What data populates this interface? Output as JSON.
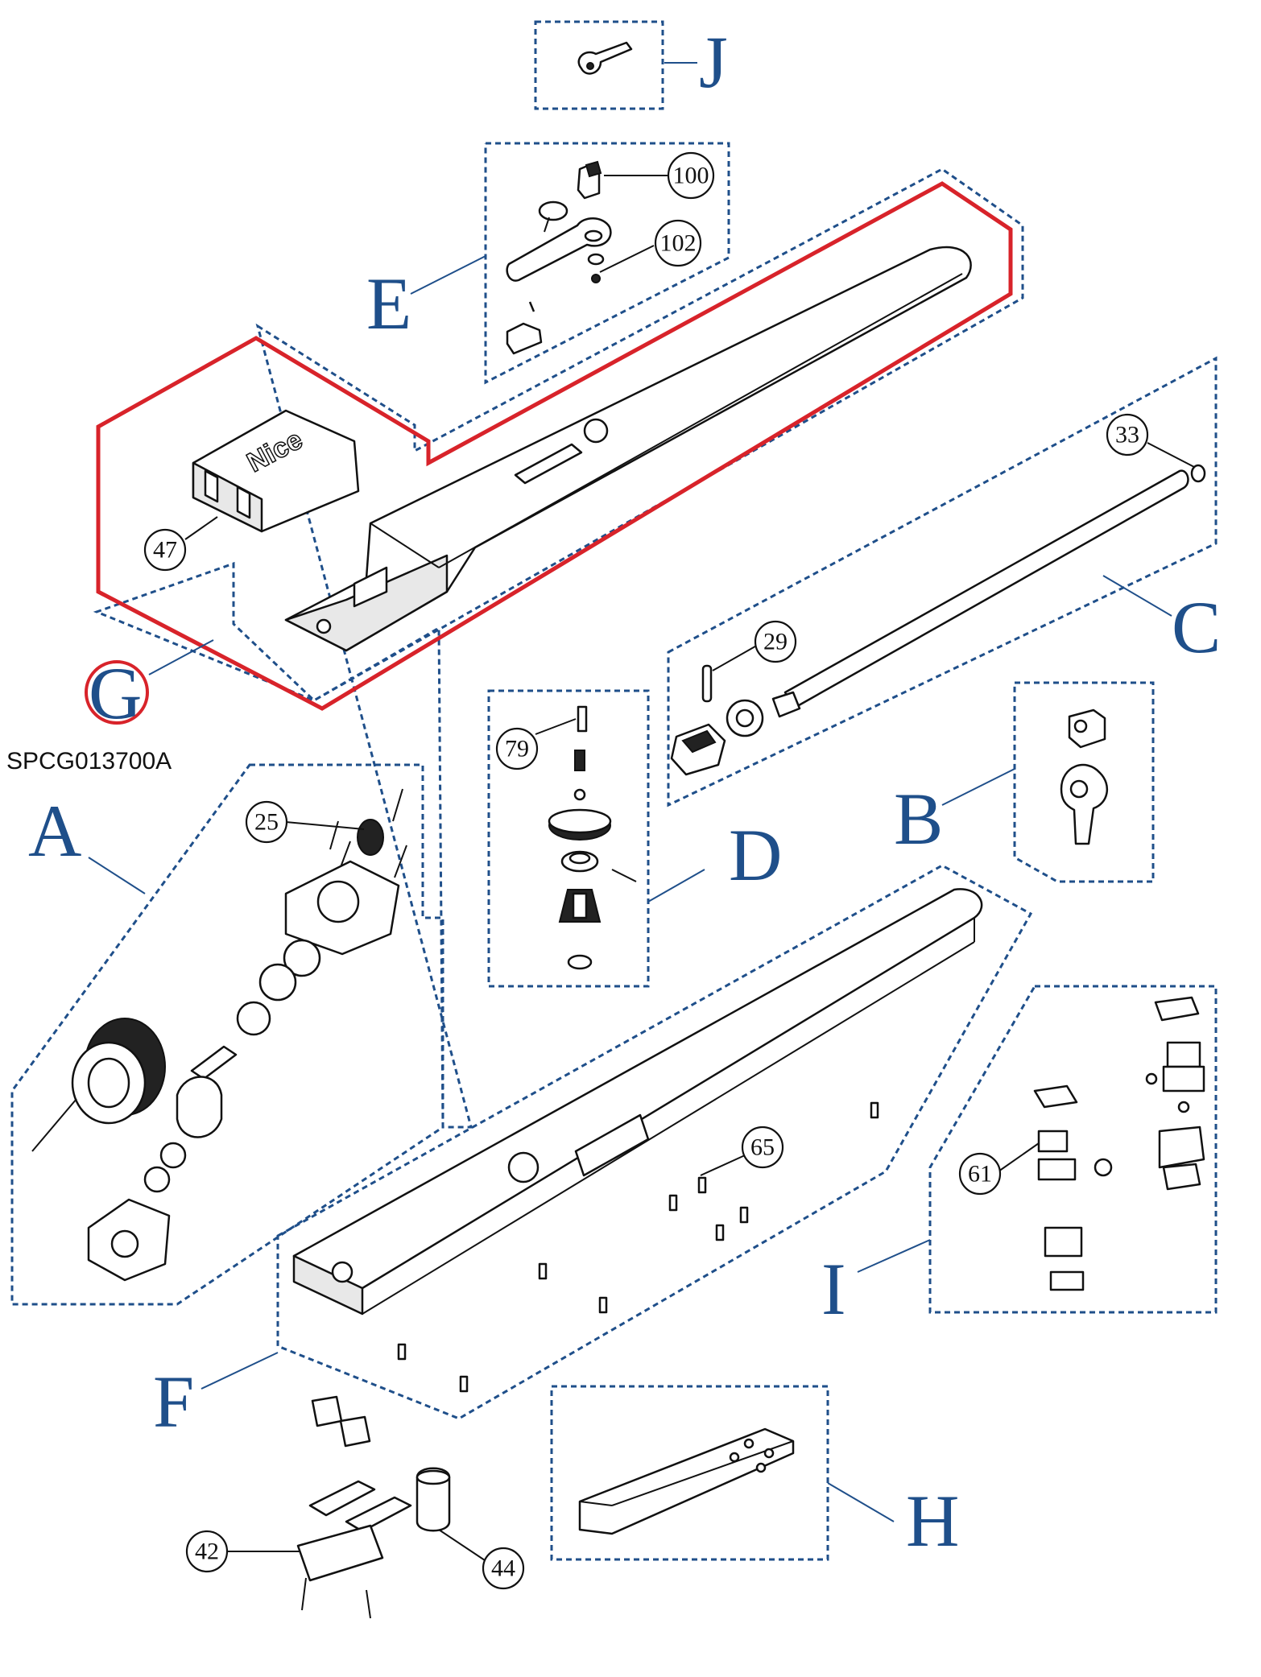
{
  "diagram_code": "SPCG013700A",
  "groups": [
    {
      "letter": "J"
    },
    {
      "letter": "E"
    },
    {
      "letter": "G"
    },
    {
      "letter": "C"
    },
    {
      "letter": "A"
    },
    {
      "letter": "B"
    },
    {
      "letter": "D"
    },
    {
      "letter": "F"
    },
    {
      "letter": "I"
    },
    {
      "letter": "H"
    }
  ],
  "callouts": [
    "100",
    "102",
    "47",
    "33",
    "29",
    "79",
    "25",
    "65",
    "61",
    "42",
    "44"
  ],
  "logo_text": "Nice",
  "colors": {
    "group_outline": "#1f4f8a",
    "highlight": "#d8232a",
    "line_art": "#111111"
  }
}
